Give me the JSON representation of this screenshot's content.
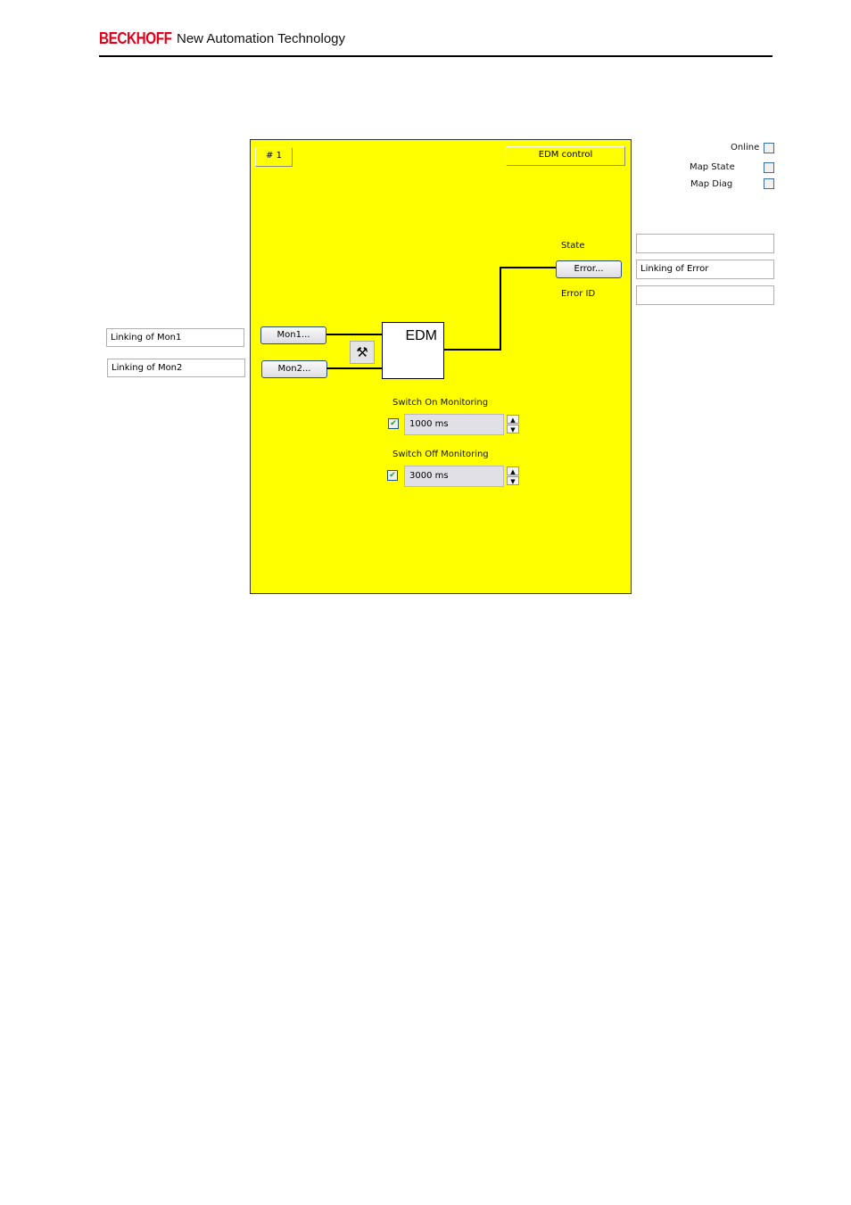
{
  "header": {
    "brand": "BECKHOFF",
    "tagline": "New Automation Technology"
  },
  "panel": {
    "id_label": "# 1",
    "title_button": "EDM control",
    "state_label": "State",
    "error_button": "Error...",
    "error_id_label": "Error ID",
    "mon1_button": "Mon1...",
    "mon2_button": "Mon2...",
    "block_label": "EDM",
    "switch_on": {
      "label": "Switch On Monitoring",
      "checked": true,
      "value": "1000 ms"
    },
    "switch_off": {
      "label": "Switch Off Monitoring",
      "checked": true,
      "value": "3000 ms"
    },
    "color": "#ffff00"
  },
  "left": {
    "mon1_link": "Linking of Mon1",
    "mon2_link": "Linking of Mon2"
  },
  "right": {
    "online": "Online",
    "map_state": "Map State",
    "map_diag": "Map Diag",
    "state_link": "",
    "error_link": "Linking of Error",
    "error_id_link": ""
  }
}
